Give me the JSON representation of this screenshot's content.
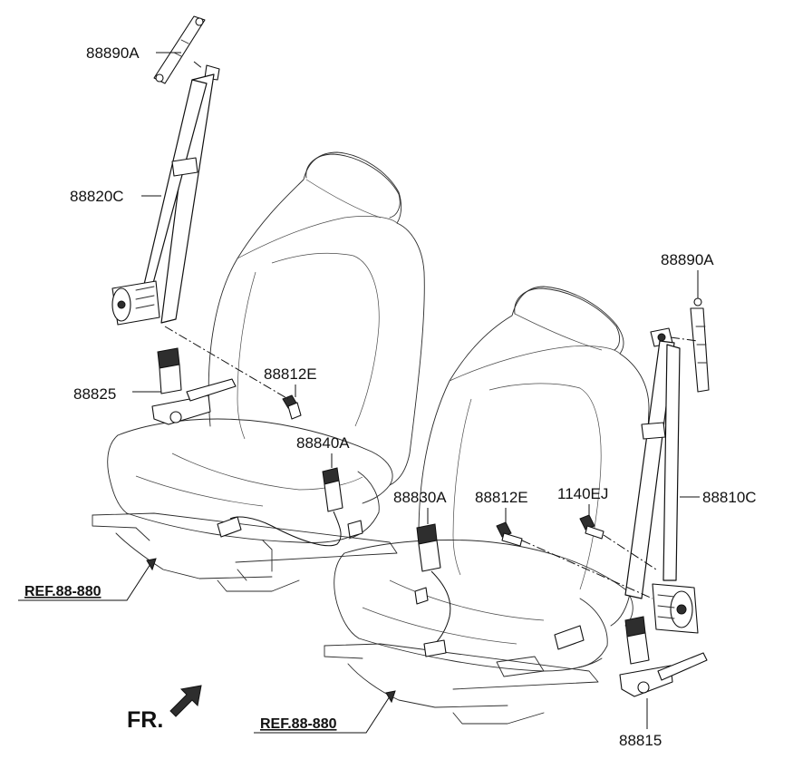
{
  "labels": {
    "left_guide": "88890A",
    "left_retractor": "88820C",
    "left_buckle": "88825",
    "left_bolt": "88812E",
    "left_inner_buckle": "88840A",
    "right_inner_buckle": "88830A",
    "right_bolt": "88812E",
    "right_bolt_small": "1140EJ",
    "right_guide": "88890A",
    "right_retractor": "88810C",
    "right_buckle": "88815",
    "ref_left": "REF.88-880",
    "ref_right": "REF.88-880",
    "front_marker": "FR."
  },
  "colors": {
    "line": "#111111",
    "background": "#ffffff"
  }
}
